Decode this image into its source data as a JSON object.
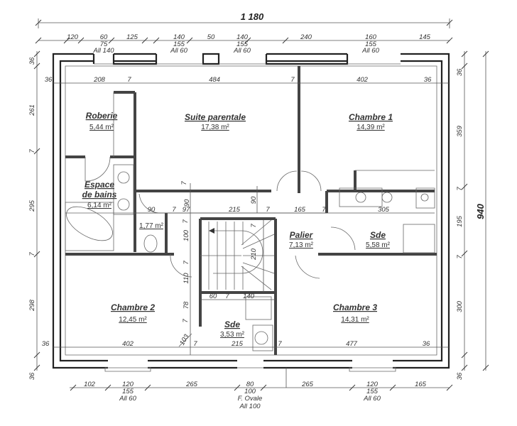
{
  "overall": {
    "width": "1 180",
    "height": "940"
  },
  "top_dims": [
    {
      "label": "120"
    },
    {
      "label": "60",
      "sub": "75",
      "sub2": "All 140"
    },
    {
      "label": "125"
    },
    {
      "label": "140",
      "sub": "155",
      "sub2": "All 60"
    },
    {
      "label": "50"
    },
    {
      "label": "140",
      "sub": "155",
      "sub2": "All 60"
    },
    {
      "label": "240"
    },
    {
      "label": "160",
      "sub": "155",
      "sub2": "All 60"
    },
    {
      "label": "145"
    }
  ],
  "bottom_dims": [
    {
      "label": "102"
    },
    {
      "label": "120",
      "sub": "155",
      "sub2": "All 60"
    },
    {
      "label": "265"
    },
    {
      "label": "80",
      "sub": "100",
      "sub2": "F. Ovale",
      "sub3": "All 100"
    },
    {
      "label": "265"
    },
    {
      "label": "120",
      "sub": "155",
      "sub2": "All 60"
    },
    {
      "label": "165"
    }
  ],
  "left_dims": [
    "36",
    "261",
    "7",
    "295",
    "7",
    "298",
    "36"
  ],
  "right_dims": [
    "36",
    "359",
    "7",
    "195",
    "7",
    "300",
    "36"
  ],
  "inner_top_dims": [
    "36",
    "208",
    "7",
    "484",
    "7",
    "402",
    "36"
  ],
  "inner_bottom_dims": [
    "36",
    "402",
    "7",
    "215",
    "7",
    "477",
    "36"
  ],
  "hall_dims": [
    "90",
    "7",
    "97",
    "215",
    "7",
    "165",
    "7",
    "305"
  ],
  "vertical_inner_dims": [
    "7",
    "90",
    "90",
    "7",
    "100",
    "7",
    "110",
    "78",
    "7",
    "103",
    "210",
    "7"
  ],
  "sde_dims": [
    "60",
    "7",
    "140"
  ],
  "rooms": [
    {
      "name": "Roberie",
      "area": "5,44 m²"
    },
    {
      "name": "Suite parentale",
      "area": "17,38 m²"
    },
    {
      "name": "Chambre 1",
      "area": "14,39 m²"
    },
    {
      "name": "Espace",
      "name2": "de bains",
      "area": "6,14 m²"
    },
    {
      "area": "1,77 m²"
    },
    {
      "name": "Palier",
      "area": "7,13 m²"
    },
    {
      "name": "Sde",
      "area": "5,58 m²"
    },
    {
      "name": "Chambre 2",
      "area": "12,45 m²"
    },
    {
      "name": "Chambre 3",
      "area": "14,31 m²"
    },
    {
      "name": "Sde",
      "area": "3,53 m²"
    }
  ]
}
